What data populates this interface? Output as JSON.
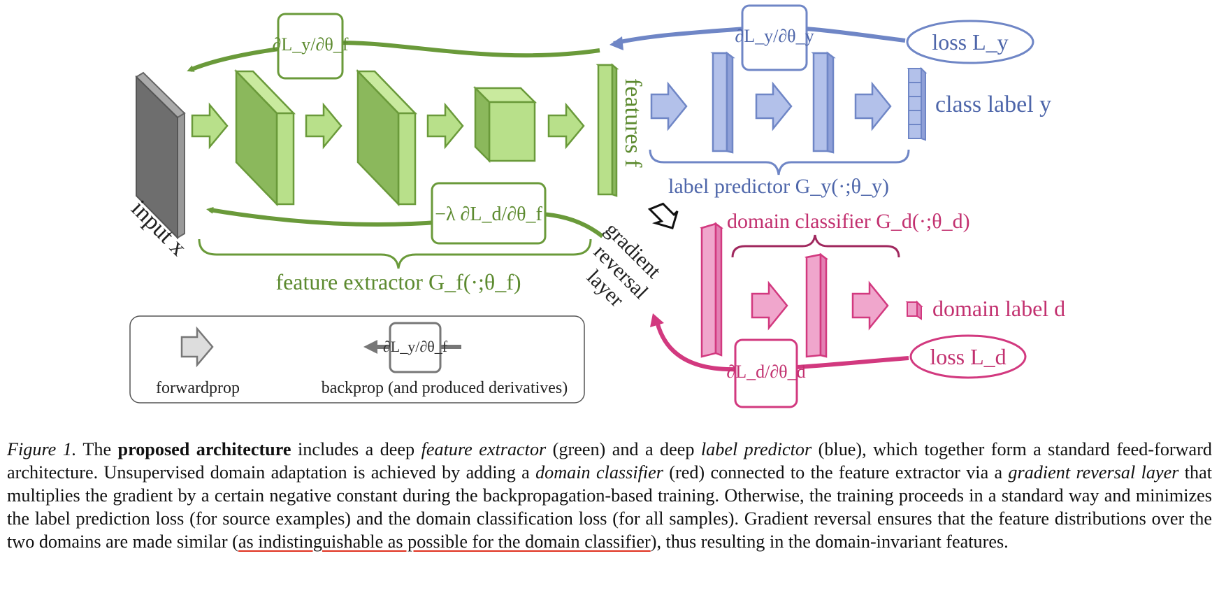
{
  "colors": {
    "green": "#6a9a3a",
    "green_fill": "#b8e08a",
    "green_dark": "#8bb85c",
    "blue": "#6f86c6",
    "blue_fill": "#b3c1ea",
    "pink": "#d2397f",
    "pink_fill": "#f0a6cc",
    "gray": "#777777"
  },
  "diagram": {
    "input_label": "input x",
    "features_label": "features f",
    "feature_extractor_label": "feature extractor G_f(·;θ_f)",
    "label_predictor_label": "label predictor G_y(·;θ_y)",
    "domain_classifier_label": "domain classifier G_d(·;θ_d)",
    "class_label": "class label y",
    "domain_label": "domain label d",
    "loss_y": "loss L_y",
    "loss_d": "loss L_d",
    "grl_line1": "gradient",
    "grl_line2": "reversal",
    "grl_line3": "layer",
    "grad_f_y": "∂L_y/∂θ_f",
    "grad_y": "∂L_y/∂θ_y",
    "grad_f_d": "−λ ∂L_d/∂θ_f",
    "grad_d": "∂L_d/∂θ_d"
  },
  "legend": {
    "forwardprop": "forwardprop",
    "backprop": "backprop (and produced derivatives)",
    "grad_example": "∂L_y/∂θ_f"
  },
  "caption": {
    "figure_label": "Figure 1.",
    "t1": " The ",
    "b1": "proposed architecture",
    "t2": " includes a deep ",
    "i1": "feature extractor",
    "t3": " (green) and a deep ",
    "i2": "label predictor",
    "t4": " (blue), which together form a standard feed-forward architecture. Unsupervised domain adaptation is achieved by adding a ",
    "i3": "domain classifier",
    "t5": " (red) connected to the feature extractor via a ",
    "i4": "gradient reversal layer",
    "t6": " that multiplies the gradient by a certain negative constant during the backpropagation-based training. Otherwise, the training proceeds in a standard way and minimizes the label prediction loss (for source examples) and the domain classification loss (for all samples). Gradient reversal ensures that the feature distributions over the two domains are made similar (",
    "u1": "as indistinguishable as possible for the domain classifier",
    "t7": "), thus resulting in the domain-invariant features."
  }
}
